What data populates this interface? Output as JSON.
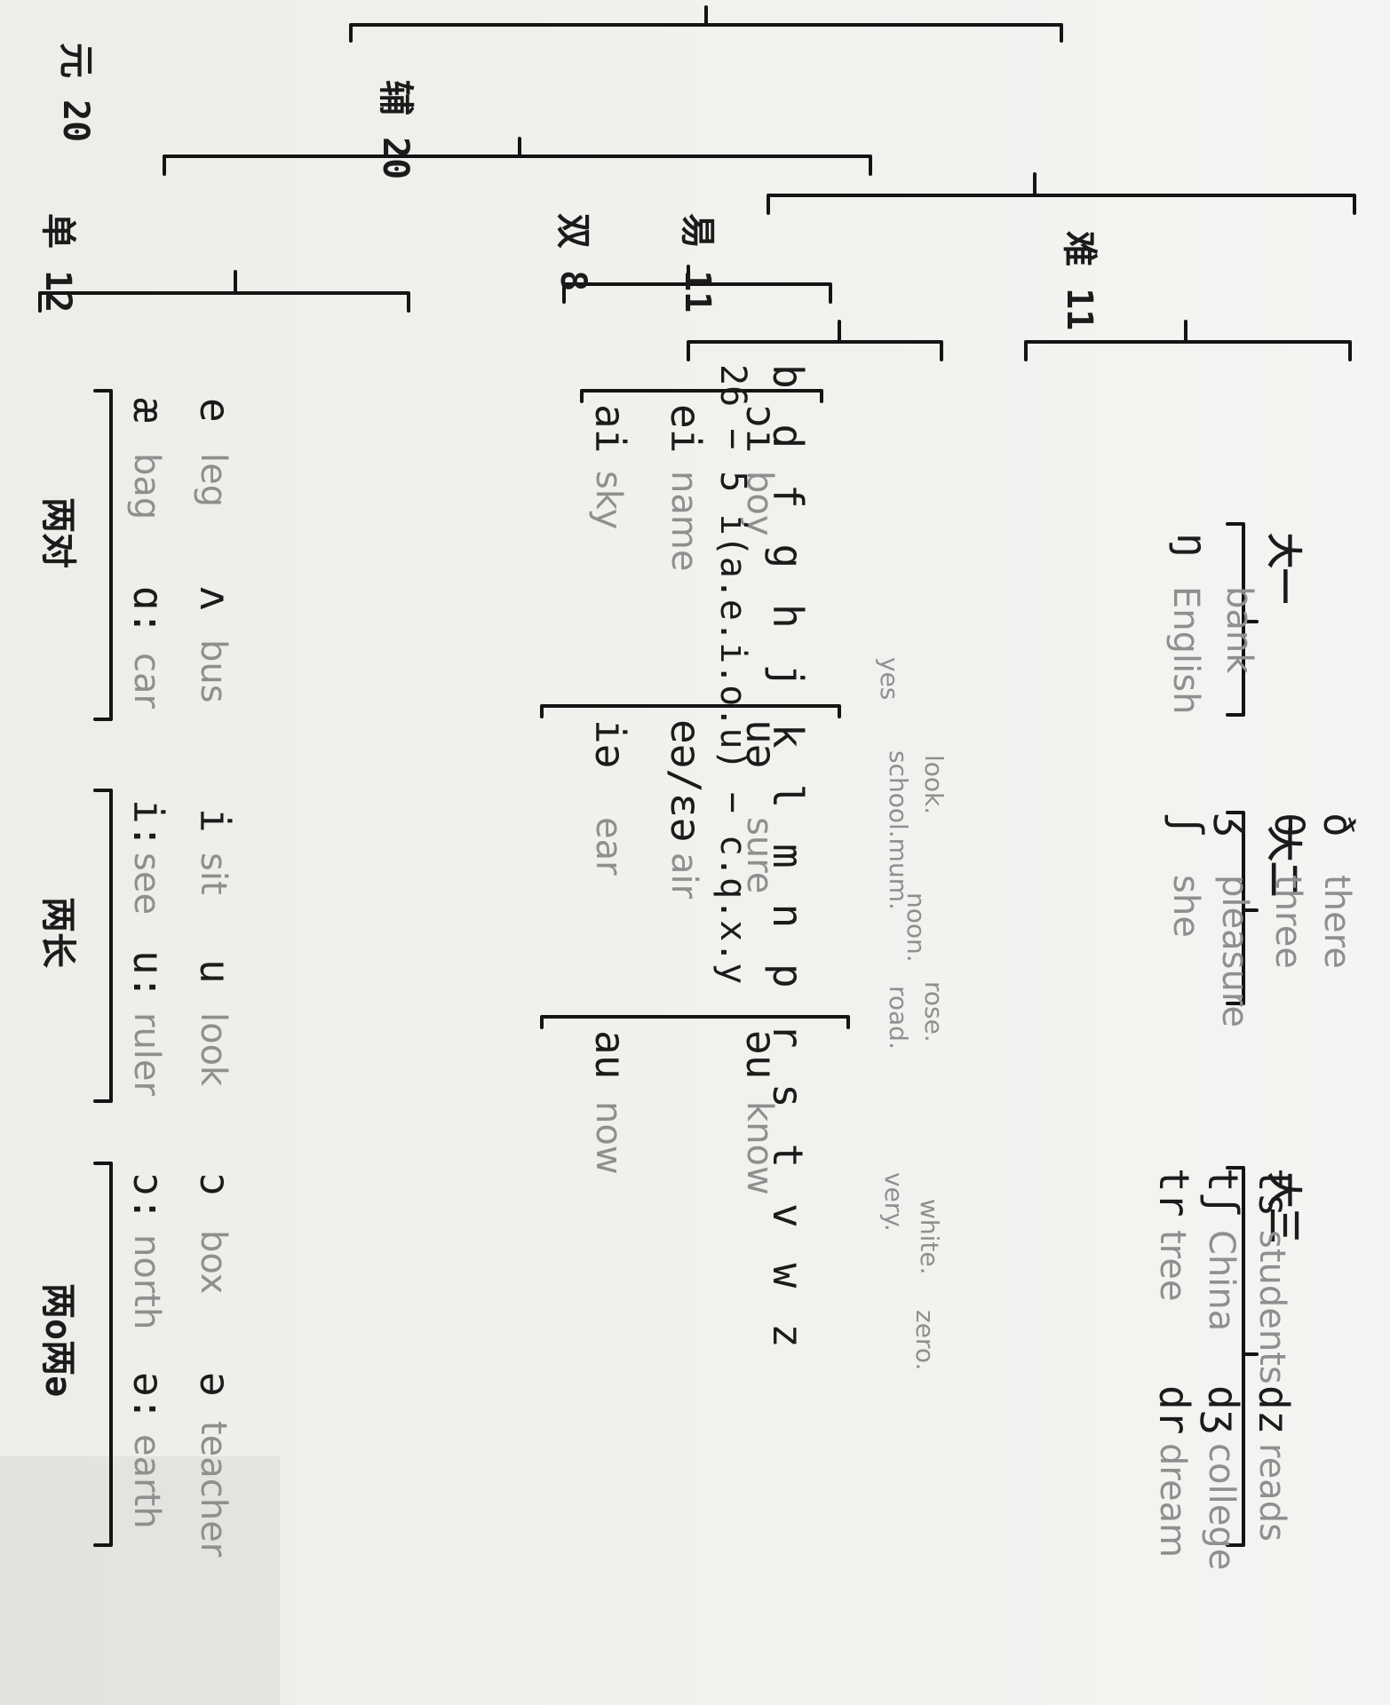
{
  "root": {
    "label": "元 20"
  },
  "vowels": {
    "label": "单 12",
    "groups": [
      {
        "label": "两对",
        "items": [
          {
            "ipa": "æ",
            "word": "bag"
          },
          {
            "ipa": "ɑ:",
            "word": "car"
          },
          {
            "ipa": "e",
            "word": "leg"
          },
          {
            "ipa": "ʌ",
            "word": "bus"
          }
        ]
      },
      {
        "label": "两长",
        "items": [
          {
            "ipa": "i:",
            "word": "see"
          },
          {
            "ipa": "u:",
            "word": "ruler"
          },
          {
            "ipa": "i",
            "word": "sit"
          },
          {
            "ipa": "u",
            "word": "look"
          }
        ]
      },
      {
        "label": "两o两ə",
        "items": [
          {
            "ipa": "ɔ:",
            "word": "north"
          },
          {
            "ipa": "ə:",
            "word": "earth"
          },
          {
            "ipa": "ɔ",
            "word": "box"
          },
          {
            "ipa": "ə",
            "word": "teacher"
          }
        ]
      }
    ]
  },
  "diphthongs": {
    "label": "双 8",
    "items": [
      {
        "ipa": "ai",
        "word": "sky"
      },
      {
        "ipa": "ei",
        "word": "name"
      },
      {
        "ipa": "ɔi",
        "word": "boy"
      },
      {
        "ipa": "iə",
        "word": "ear"
      },
      {
        "ipa": "eə/ɛə",
        "word": "air"
      },
      {
        "ipa": "uə",
        "word": "sure"
      },
      {
        "ipa": "au",
        "word": "now"
      },
      {
        "ipa": "əu",
        "word": "know"
      }
    ]
  },
  "consonants": {
    "label": "辅 20",
    "easy": {
      "label": "易 11",
      "formula": "26 − 5 i(a.e.i.o.u) − c.q.x.y",
      "letters": [
        "b",
        "d",
        "f",
        "g",
        "h",
        "j",
        "k",
        "l",
        "m",
        "n",
        "p",
        "r",
        "s",
        "t",
        "v",
        "w",
        "z"
      ],
      "notes": [
        "yes",
        "school.mum.",
        "look.",
        "noon.",
        "rose.",
        "road.",
        "very.",
        "white.",
        "zero."
      ]
    },
    "hard": {
      "label": "难 11",
      "groups": [
        {
          "label": "大一",
          "items": [
            {
              "ipa": "ŋ",
              "word": "English"
            },
            {
              "ipa": "",
              "word": "bank"
            }
          ]
        },
        {
          "label": "大二",
          "items": [
            {
              "ipa": "ʃ",
              "word": "she"
            },
            {
              "ipa": "ʒ",
              "word": "pleasure"
            },
            {
              "ipa": "θ",
              "word": "three"
            },
            {
              "ipa": "ð",
              "word": "there"
            }
          ]
        },
        {
          "label": "大三",
          "items": [
            {
              "ipa": "tr",
              "word": "tree"
            },
            {
              "ipa": "tʃ",
              "word": "China"
            },
            {
              "ipa": "ts",
              "word": "students"
            },
            {
              "ipa": "dr",
              "word": "dream"
            },
            {
              "ipa": "dʒ",
              "word": "college"
            },
            {
              "ipa": "dz",
              "word": "reads"
            }
          ]
        }
      ]
    }
  }
}
